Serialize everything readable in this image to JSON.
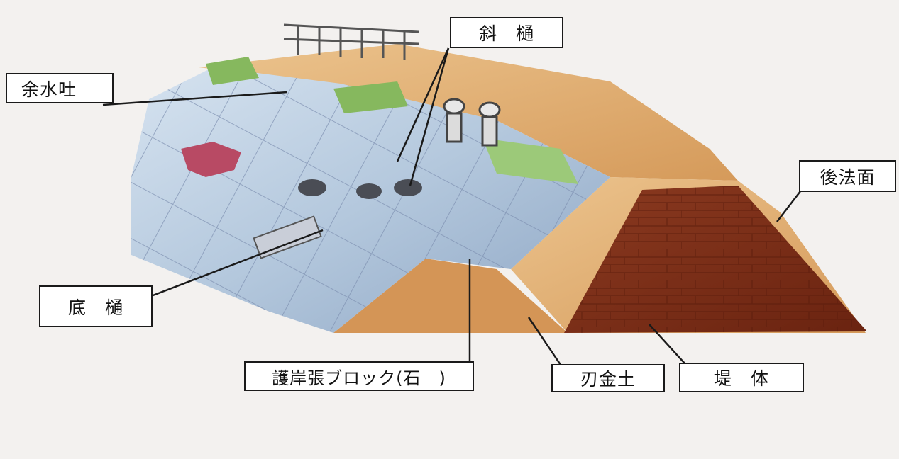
{
  "labels": {
    "yosuibaki": "余水吐",
    "shahi": "斜　樋",
    "atonorimen": "後法面",
    "teihi": "底　樋",
    "gogan": "護岸張ブロック(石　)",
    "hagane": "刃金土",
    "teitai": "堤　体"
  },
  "colors": {
    "water": "#b9cde3",
    "embankment": "#d9a266",
    "embankment_top": "#e8bd86",
    "core": "#7a2e18",
    "grass": "#7fb25a",
    "line": "#1a1a1a"
  }
}
